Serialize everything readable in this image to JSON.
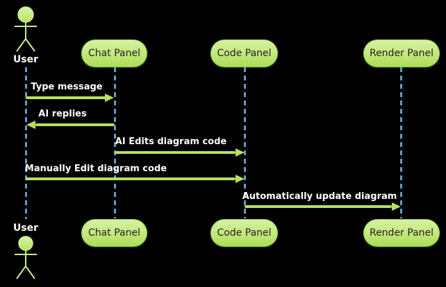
{
  "participants": [
    {
      "id": "user",
      "label": "User",
      "kind": "actor"
    },
    {
      "id": "chat-panel",
      "label": "Chat Panel",
      "kind": "participant"
    },
    {
      "id": "code-panel",
      "label": "Code Panel",
      "kind": "participant"
    },
    {
      "id": "render-panel",
      "label": "Render Panel",
      "kind": "participant"
    }
  ],
  "messages": [
    {
      "from": "User",
      "to": "Chat Panel",
      "label": "Type message",
      "direction": "right"
    },
    {
      "from": "Chat Panel",
      "to": "User",
      "label": "AI replies",
      "direction": "left"
    },
    {
      "from": "Chat Panel",
      "to": "Code Panel",
      "label": "AI Edits diagram code",
      "direction": "right"
    },
    {
      "from": "User",
      "to": "Code Panel",
      "label": "Manually Edit diagram code",
      "direction": "right"
    },
    {
      "from": "Code Panel",
      "to": "Render Panel",
      "label": "Automatically update diagram",
      "direction": "right"
    }
  ],
  "colors": {
    "background": "#000000",
    "participant_fill_top": "#d7f2a4",
    "participant_fill_bottom": "#aede58",
    "participant_border": "#9bd24a",
    "participant_text": "#1f1f1f",
    "lifeline": "#659ac7",
    "arrow": "#b6e15d",
    "message_text": "#ffffff",
    "actor_figure": "#c9ec8e"
  }
}
